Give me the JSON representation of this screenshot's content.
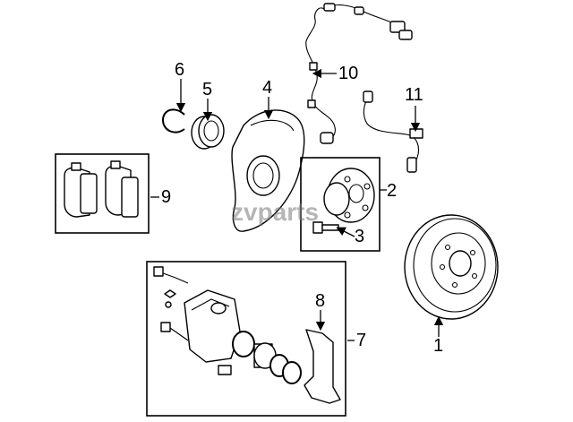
{
  "watermark": "zvparts",
  "callouts": {
    "c1": "1",
    "c2": "2",
    "c3": "3",
    "c4": "4",
    "c5": "5",
    "c6": "6",
    "c7": "7",
    "c8": "8",
    "c9": "9",
    "c10": "10",
    "c11": "11"
  },
  "colors": {
    "line": "#000000",
    "background": "#ffffff",
    "watermark": "#7a7a7a"
  }
}
